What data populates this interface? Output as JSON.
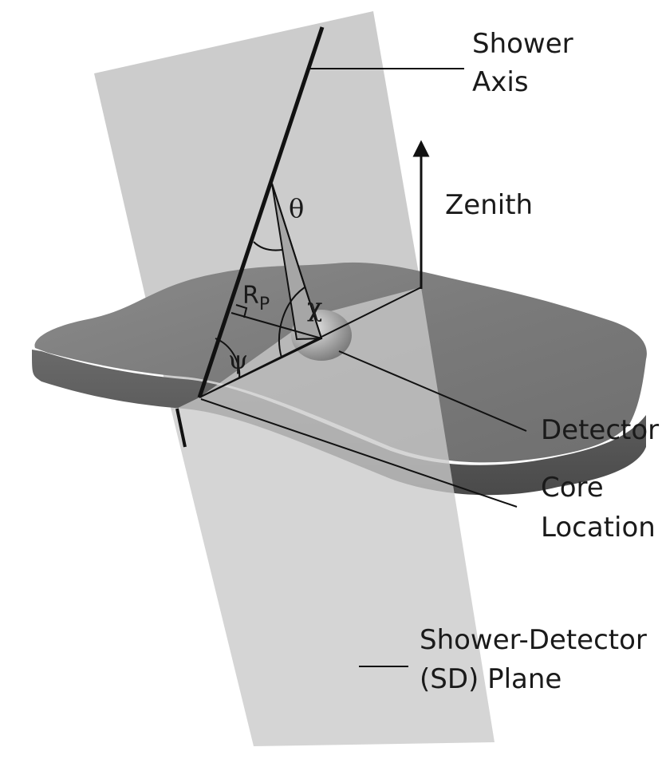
{
  "labels": {
    "shower_axis": [
      "Shower",
      "Axis"
    ],
    "zenith": "Zenith",
    "detector": "Detector",
    "core_location": [
      "Core",
      "Location"
    ],
    "sd_plane": [
      "Shower-Detector",
      "(SD) Plane"
    ]
  },
  "angles": {
    "theta": "θ",
    "chi": "χ",
    "psi": "ψ",
    "rp_main": "R",
    "rp_sub": "P"
  },
  "colors": {
    "plane": "#c8c8c8",
    "ground_top": "#7f7f7f",
    "ground_side": "#5e5e5e",
    "line": "#111111",
    "wedge": "#a9a9a9"
  }
}
